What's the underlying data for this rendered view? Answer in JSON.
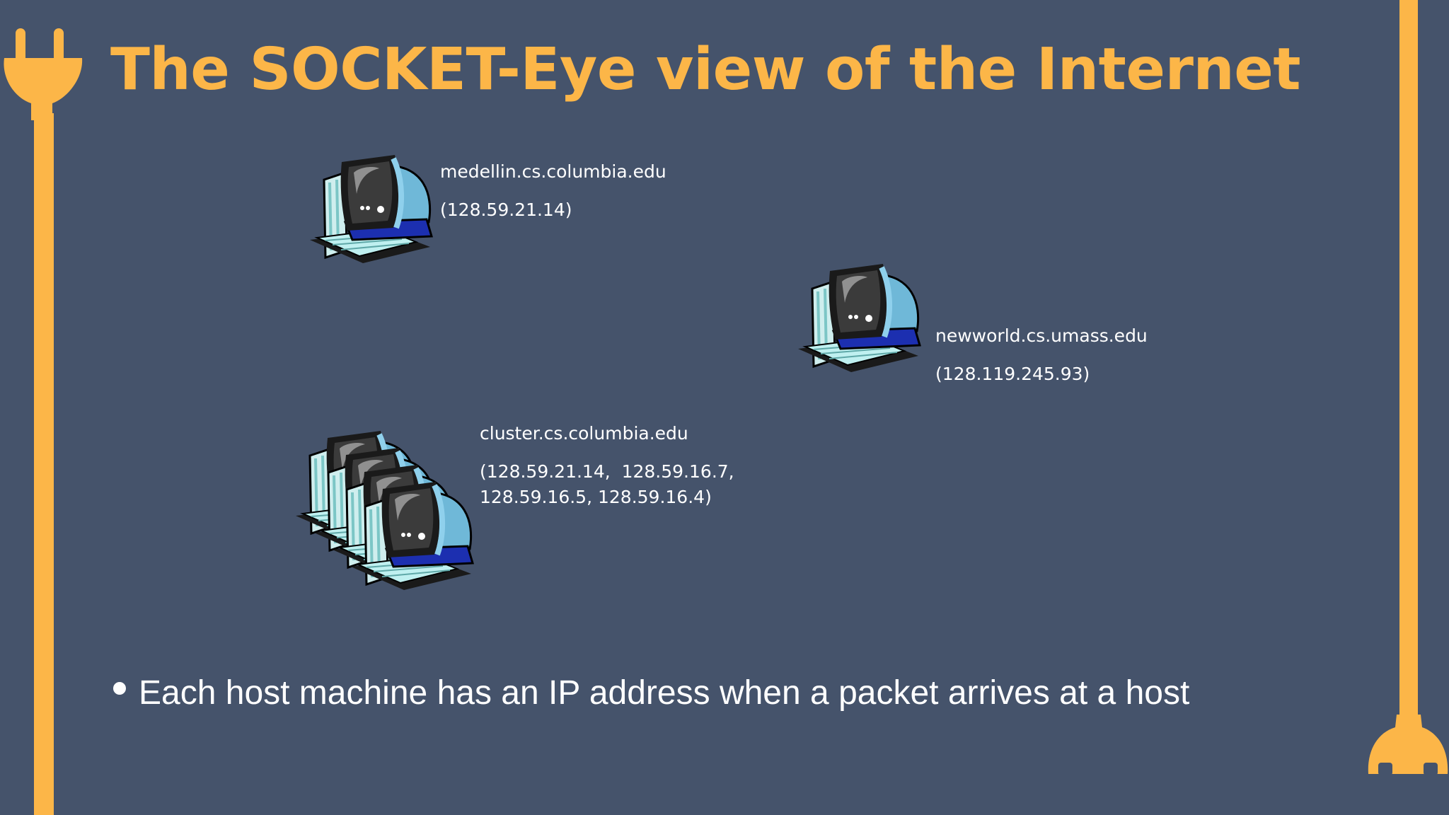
{
  "slide": {
    "title": "The SOCKET-Eye view of the Internet",
    "accent_color": "#fcb648",
    "background_color": "#45536b"
  },
  "hosts": [
    {
      "name": "medellin.cs.columbia.edu",
      "address": "(128.59.21.14)",
      "icon": "computer-icon"
    },
    {
      "name": "newworld.cs.umass.edu",
      "address": "(128.119.245.93)",
      "icon": "computer-icon"
    },
    {
      "name": "cluster.cs.columbia.edu",
      "address_line1": "(128.59.21.14,  128.59.16.7,",
      "address_line2": "128.59.16.5, 128.59.16.4)",
      "icon": "computer-cluster-icon"
    }
  ],
  "bullets": [
    "Each host machine has an IP address when a packet arrives at a host"
  ],
  "decorations": {
    "left": "plug-icon",
    "right": "socket-plug-icon"
  }
}
